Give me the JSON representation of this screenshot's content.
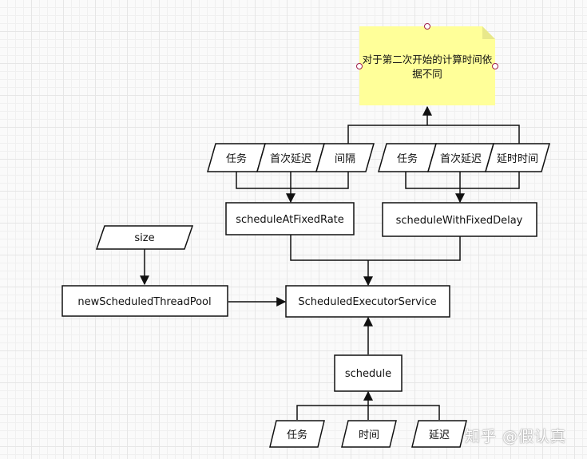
{
  "note": {
    "text": "对于第二次开始的计算时间依据不同",
    "color": "#ffff99"
  },
  "nodes": {
    "rate_task": "任务",
    "rate_initial_delay": "首次延迟",
    "rate_interval": "间隔",
    "delay_task": "任务",
    "delay_initial_delay": "首次延迟",
    "delay_delay_time": "延时时间",
    "schedule_at_fixed_rate": "scheduleAtFixedRate",
    "schedule_with_fixed_delay": "scheduleWithFixedDelay",
    "size": "size",
    "new_scheduled_thread_pool": "newScheduledThreadPool",
    "scheduled_executor_service": "ScheduledExecutorService",
    "schedule": "schedule",
    "schedule_task": "任务",
    "schedule_time": "时间",
    "schedule_delay": "延迟"
  },
  "watermark": "知乎 @假认真"
}
